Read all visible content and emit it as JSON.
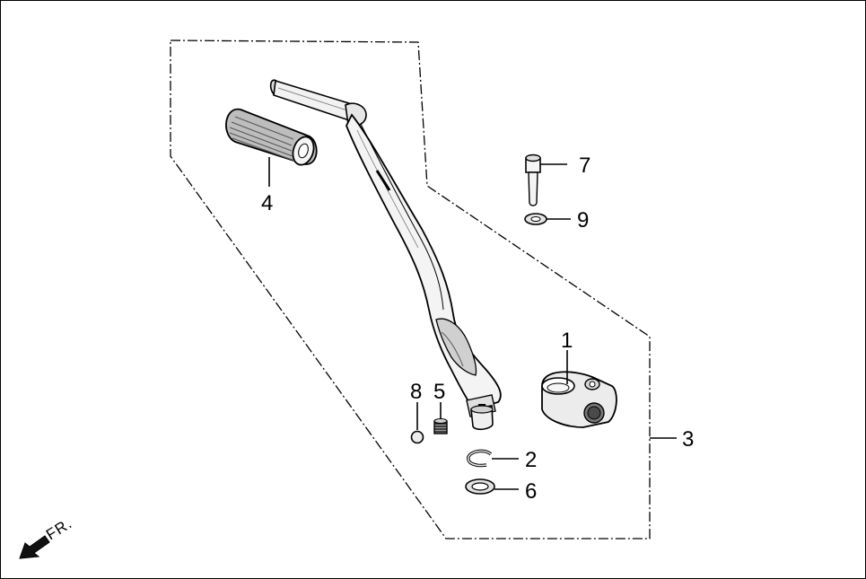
{
  "callouts": {
    "c1": "1",
    "c2": "2",
    "c3": "3",
    "c4": "4",
    "c5": "5",
    "c6": "6",
    "c7": "7",
    "c8": "8",
    "c9": "9"
  },
  "orientation": {
    "label": "FR.",
    "icon": "front-direction-arrow-icon"
  }
}
